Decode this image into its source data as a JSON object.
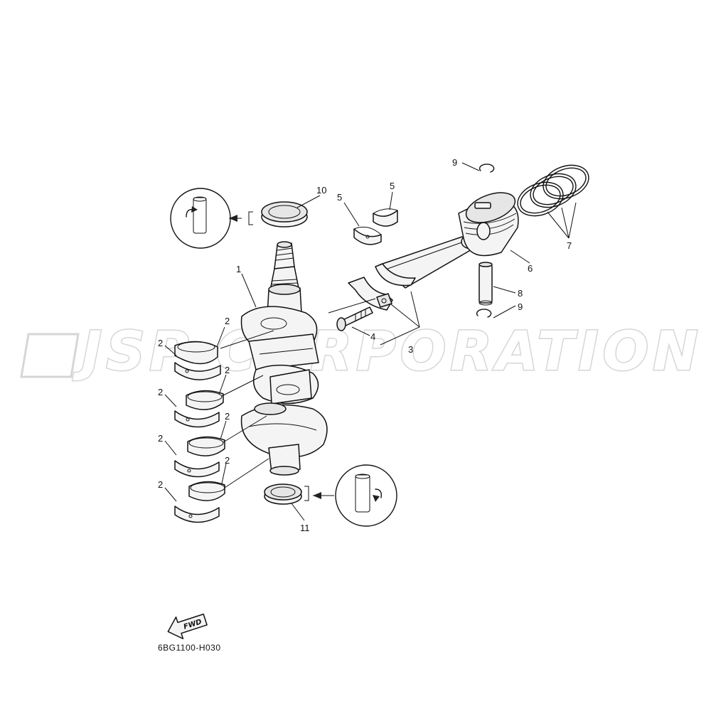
{
  "watermark": "JSP CORPORATION",
  "diagram_code": "6BG1100-H030",
  "fwd_label": "FWD",
  "callouts": {
    "c1": "1",
    "c2": "2",
    "c3": "3",
    "c4": "4",
    "c5": "5",
    "c6": "6",
    "c7": "7",
    "c8": "8",
    "c9": "9",
    "c10": "10",
    "c11": "11"
  }
}
